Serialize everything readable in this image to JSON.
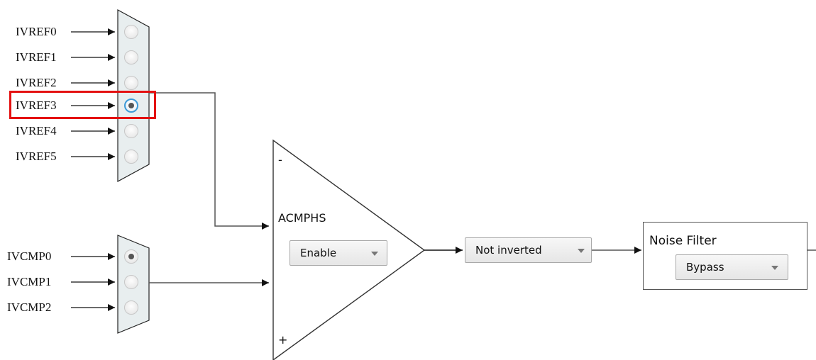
{
  "ivref_mux": {
    "inputs": [
      "IVREF0",
      "IVREF1",
      "IVREF2",
      "IVREF3",
      "IVREF4",
      "IVREF5"
    ],
    "selected_index": 3
  },
  "ivcmp_mux": {
    "inputs": [
      "IVCMP0",
      "IVCMP1",
      "IVCMP2"
    ],
    "selected_index": 0
  },
  "comparator": {
    "label": "ACMPHS",
    "minus_sign": "-",
    "plus_sign": "+",
    "enable_value": "Enable"
  },
  "polarity": {
    "value": "Not inverted"
  },
  "noise_filter": {
    "title": "Noise Filter",
    "value": "Bypass"
  },
  "colors": {
    "highlight": "#e41111",
    "focus_ring": "#3d9ad8",
    "mux_fill": "#e8eeef"
  }
}
